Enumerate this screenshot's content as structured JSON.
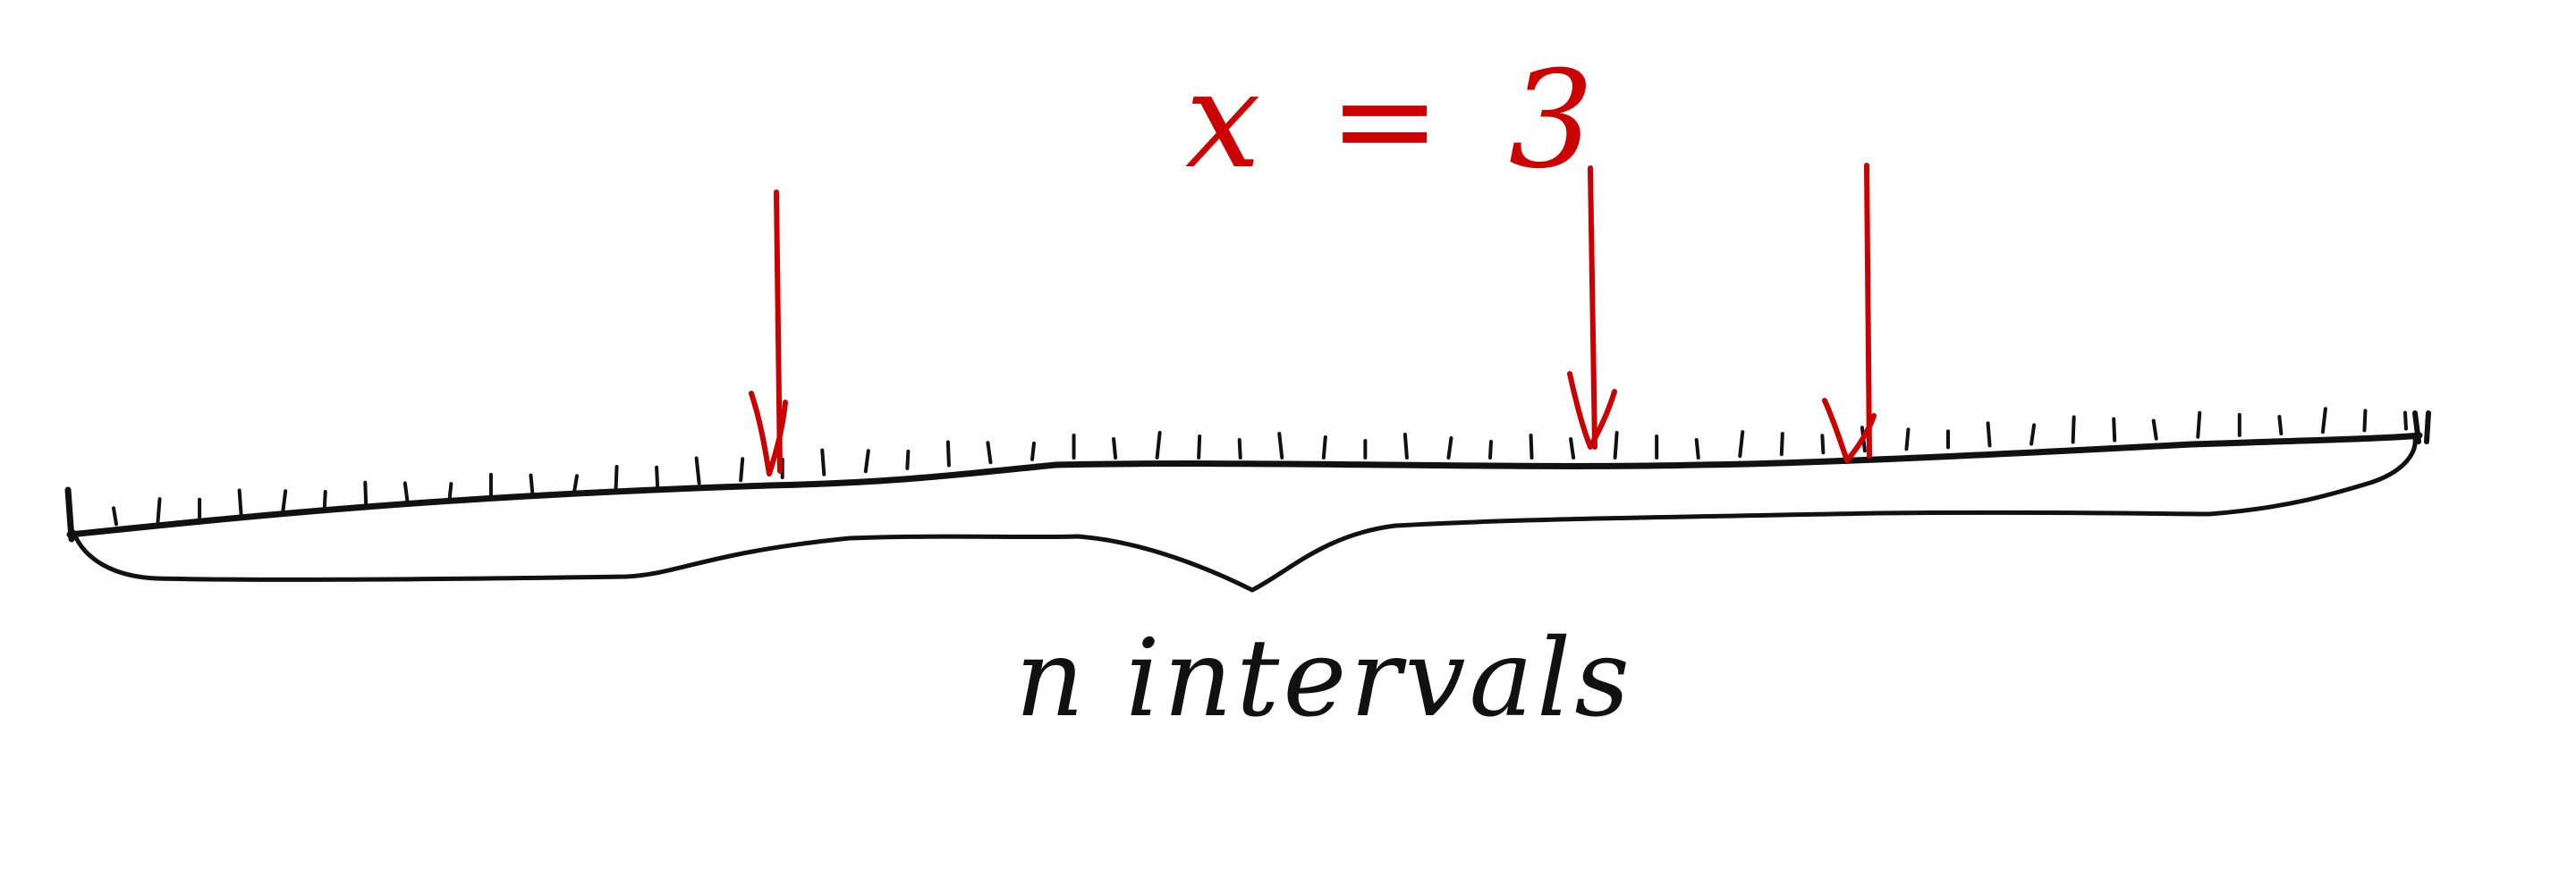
{
  "diagram": {
    "annotation_top": "x = 3",
    "annotation_bottom": "n intervals",
    "marker_count": 3,
    "colors": {
      "ink": "#111111",
      "accent": "#cc0000",
      "background": "#ffffff"
    }
  }
}
